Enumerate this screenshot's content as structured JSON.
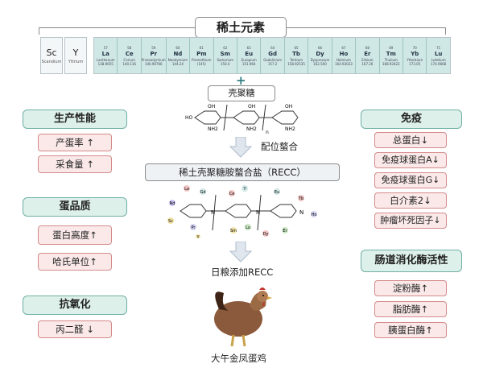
{
  "header": {
    "title": "稀土元素"
  },
  "periodic": {
    "left_cells": [
      {
        "symbol": "Sc",
        "name": "Scandium"
      },
      {
        "symbol": "Y",
        "name": "Yttrium"
      }
    ],
    "lanthanides": [
      {
        "num": "57",
        "symbol": "La",
        "name": "Lanthanum",
        "mass": "138.9055"
      },
      {
        "num": "58",
        "symbol": "Ce",
        "name": "Cerium",
        "mass": "140.116"
      },
      {
        "num": "59",
        "symbol": "Pr",
        "name": "Praseodymium",
        "mass": "140.90766"
      },
      {
        "num": "60",
        "symbol": "Nd",
        "name": "Neodymium",
        "mass": "144.24"
      },
      {
        "num": "61",
        "symbol": "Pm",
        "name": "Promethium",
        "mass": "(145)"
      },
      {
        "num": "62",
        "symbol": "Sm",
        "name": "Samarium",
        "mass": "150.4"
      },
      {
        "num": "63",
        "symbol": "Eu",
        "name": "Europium",
        "mass": "151.964"
      },
      {
        "num": "64",
        "symbol": "Gd",
        "name": "Gadolinium",
        "mass": "157.2"
      },
      {
        "num": "65",
        "symbol": "Tb",
        "name": "Terbium",
        "mass": "158.92535"
      },
      {
        "num": "66",
        "symbol": "Dy",
        "name": "Dysprosium",
        "mass": "162.500"
      },
      {
        "num": "67",
        "symbol": "Ho",
        "name": "Holmium",
        "mass": "164.93033"
      },
      {
        "num": "68",
        "symbol": "Er",
        "name": "Erbium",
        "mass": "167.26"
      },
      {
        "num": "69",
        "symbol": "Tm",
        "name": "Thulium",
        "mass": "168.93422"
      },
      {
        "num": "70",
        "symbol": "Yb",
        "name": "Ytterbium",
        "mass": "173.05"
      },
      {
        "num": "71",
        "symbol": "Lu",
        "name": "Lutetium",
        "mass": "174.9668"
      }
    ]
  },
  "center": {
    "plus": "+",
    "chitosan": "壳聚糖",
    "chelation": "配位螯合",
    "recc": "稀土壳聚糖胺螯合盐（RECC）",
    "feed": "日粮添加RECC",
    "bird": "大午金凤蛋鸡",
    "chem_labels": [
      "OH",
      "HO",
      "NH2",
      "O",
      "n"
    ]
  },
  "left": {
    "production": {
      "title": "生产性能",
      "items": [
        "产蛋率 ↑",
        "采食量 ↑"
      ]
    },
    "egg_quality": {
      "title": "蛋品质",
      "items": [
        "蛋白高度↑",
        "哈氏单位↑"
      ]
    },
    "antioxidant": {
      "title": "抗氧化",
      "items": [
        "丙二醛 ↓"
      ]
    }
  },
  "right": {
    "immunity": {
      "title": "免疫",
      "items": [
        "总蛋白↓",
        "免疫球蛋白A↓",
        "免疫球蛋白G↓",
        "白介素2↓",
        "肿瘤坏死因子↓"
      ]
    },
    "digestive": {
      "title": "肠道消化酶活性",
      "items": [
        "淀粉酶↑",
        "脂肪酶↑",
        "胰蛋白酶↑"
      ]
    }
  },
  "colors": {
    "section_fill": "#ddf0ea",
    "pill_fill": "#fbe9e9",
    "arrow": "#c9d3dd"
  }
}
